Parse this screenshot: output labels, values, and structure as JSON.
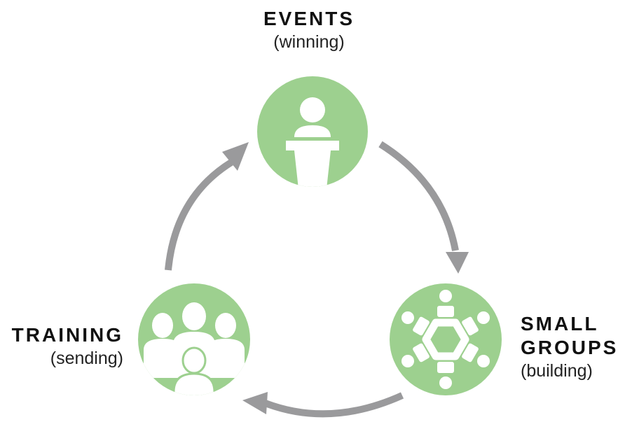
{
  "nodes": {
    "events": {
      "title": "EVENTS",
      "subtitle": "(winning)",
      "icon": "podium-speaker-icon"
    },
    "small_groups": {
      "title_line1": "SMALL",
      "title_line2": "GROUPS",
      "subtitle": "(building)",
      "icon": "round-table-group-icon"
    },
    "training": {
      "title": "TRAINING",
      "subtitle": "(sending)",
      "icon": "people-group-icon"
    }
  },
  "colors": {
    "circle": "#9dd08f",
    "icon": "#ffffff",
    "arrow": "#9a9a9c",
    "text": "#111111"
  }
}
